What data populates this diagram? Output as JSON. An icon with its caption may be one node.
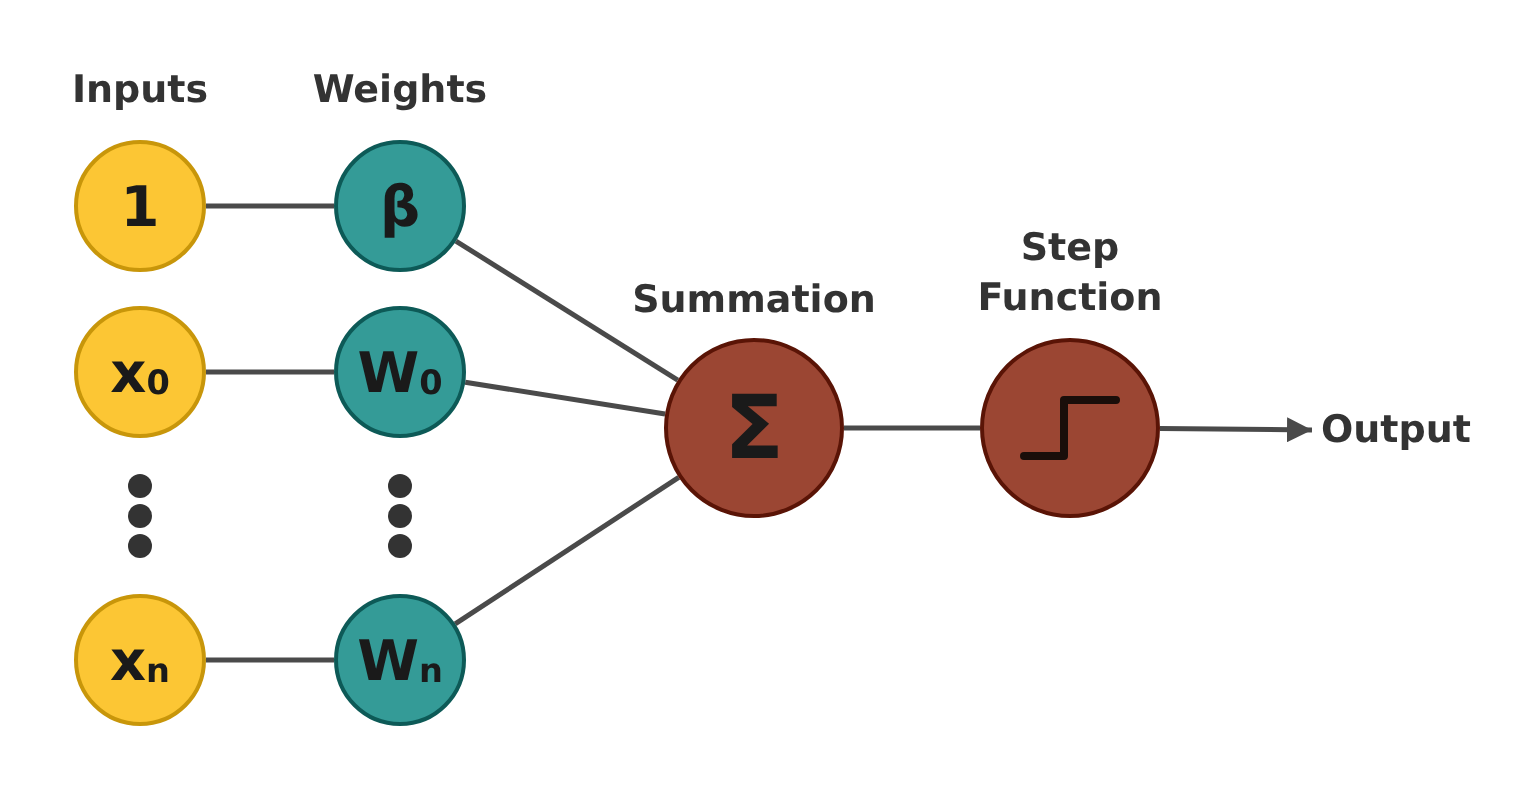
{
  "diagram": {
    "nodes": [
      {
        "text": [
          "1"
        ]
      },
      {
        "text": [
          "x$_{0}$"
        ]
      },
      {
        "text": [
          "x$_{n}$"
        ]
      },
      {
        "text": [
          "β"
        ]
      },
      {
        "text": [
          "W$_{0}$"
        ]
      },
      {
        "text": [
          "W$_{n}$"
        ]
      },
      {
        "text": [
          "Σ"
        ],
        "beside": [
          "Summation"
        ]
      },
      {
        "text": [],
        "shape": "circle",
        "beside": [
          "Step Function"
        ]
      },
      {
        "text": [
          "Output"
        ]
      }
    ],
    "edges": [
      {
        "from": 0,
        "to": 3,
        "arrow": "none"
      },
      {
        "from": 1,
        "to": 4,
        "arrow": "none"
      },
      {
        "from": 2,
        "to": 5,
        "arrow": "none"
      },
      {
        "from": 3,
        "to": 6,
        "arrow": "none"
      },
      {
        "from": 4,
        "to": 6,
        "arrow": "none"
      },
      {
        "from": 5,
        "to": 6,
        "arrow": "none"
      },
      {
        "from": 6,
        "to": 7,
        "arrow": "none"
      },
      {
        "from": 7,
        "to": 8,
        "arrow": "to"
      }
    ],
    "labels": [
      "Inputs",
      "Weights"
    ]
  }
}
